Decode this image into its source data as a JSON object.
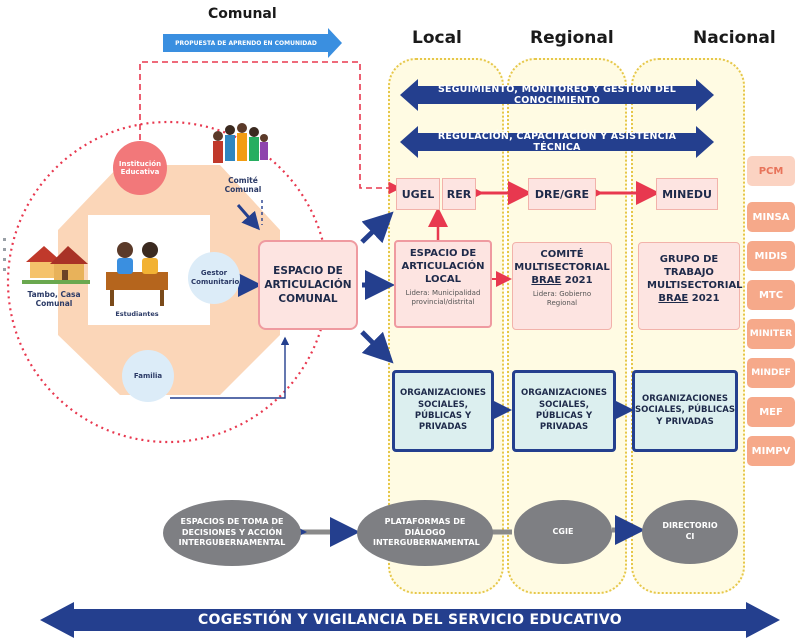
{
  "headers": {
    "comunal": "Comunal",
    "local": "Local",
    "regional": "Regional",
    "nacional": "Nacional"
  },
  "propuesta": "PROPUESTA DE APRENDO EN COMUNIDAD",
  "banners": {
    "seguimiento": "SEGUIMIENTO, MONITOREO Y GESTIÓN DEL CONOCIMIENTO",
    "regulacion": "REGULACIÓN, CAPACITACIÓN Y ASISTENCIA TÉCNICA",
    "cogestion": "COGESTIÓN Y VIGILANCIA DEL SERVICIO EDUCATIVO"
  },
  "community": {
    "institucion": "Institución Educativa",
    "comite_comunal": "Comité Comunal",
    "tambo": "Tambo, Casa Comunal",
    "estudiantes": "Estudiantes",
    "gestor": "Gestor Comunitario",
    "familia": "Familia",
    "espacio_comunal": "ESPACIO DE ARTICULACIÓN COMUNAL"
  },
  "boxes": {
    "ugel": "UGEL",
    "rer": "RER",
    "dre": "DRE/GRE",
    "minedu": "MINEDU",
    "local_title": "ESPACIO DE ARTICULACIÓN LOCAL",
    "local_sub": "Lidera: Municipalidad provincial/distrital",
    "regional_title": "COMITÉ MULTISECTORIAL",
    "regional_brae": "BRAE",
    "regional_year": " 2021",
    "regional_sub": "Lidera: Gobierno Regional",
    "nacional_title": "GRUPO DE TRABAJO MULTISECTORIAL",
    "nacional_brae": "BRAE",
    "nacional_year": " 2021",
    "org": "ORGANIZACIONES SOCIALES, PÚBLICAS Y PRIVADAS"
  },
  "sectors": [
    "PCM",
    "MINSA",
    "MIDIS",
    "MTC",
    "MINITER",
    "MINDEF",
    "MEF",
    "MIMPV"
  ],
  "bottom": {
    "espacios": "ESPACIOS DE TOMA DE DECISIONES Y ACCIÓN INTERGUBERNAMENTAL",
    "plataformas": "PLATAFORMAS DE DIÁLOGO INTERGUBERNAMENTAL",
    "cgie": "CGIE",
    "directorio": "DIRECTORIO CI"
  },
  "colors": {
    "navy": "#243f8e",
    "pink_line": "#e8384f",
    "orange": "#f6a98a",
    "light_blue": "#3a8fe0"
  }
}
